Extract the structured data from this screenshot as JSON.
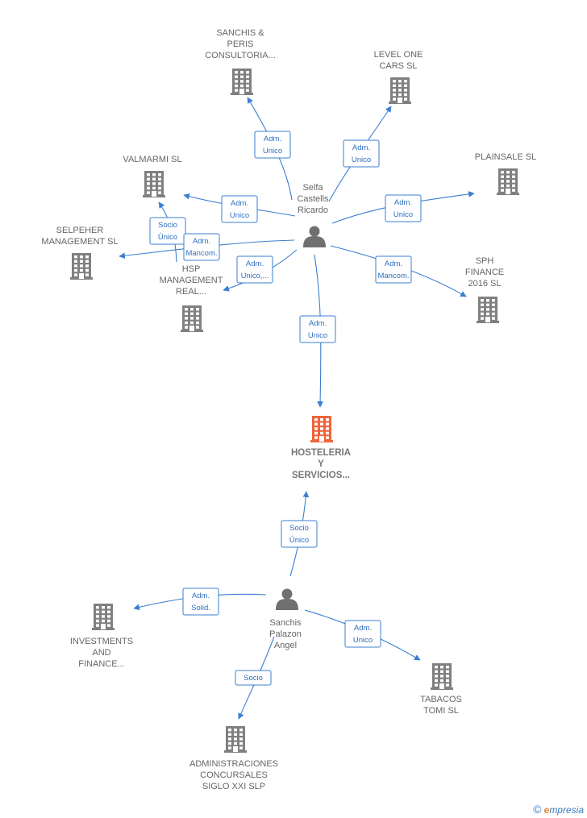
{
  "colors": {
    "accent": "#3b7fd0",
    "company": "#808080",
    "main_company": "#f0643c",
    "person": "#707070"
  },
  "nodes": [
    {
      "id": "hosteleria",
      "type": "company",
      "main": true,
      "label": [
        "HOSTELERIA",
        "Y",
        "SERVICIOS..."
      ]
    },
    {
      "id": "selfa",
      "type": "person",
      "label": [
        "Selfa",
        "Castells",
        "Ricardo"
      ]
    },
    {
      "id": "sanchis",
      "type": "person",
      "label": [
        "Sanchis",
        "Palazon",
        "Angel"
      ]
    },
    {
      "id": "sanchis_peris",
      "type": "company",
      "label": [
        "SANCHIS &",
        "PERIS",
        "CONSULTORIA..."
      ]
    },
    {
      "id": "level_one",
      "type": "company",
      "label": [
        "LEVEL ONE",
        "CARS  SL"
      ]
    },
    {
      "id": "plainsale",
      "type": "company",
      "label": [
        "PLAINSALE  SL"
      ]
    },
    {
      "id": "valmarmi",
      "type": "company",
      "label": [
        "VALMARMI SL"
      ]
    },
    {
      "id": "selpeher",
      "type": "company",
      "label": [
        "SELPEHER",
        "MANAGEMENT SL"
      ]
    },
    {
      "id": "hsp",
      "type": "company",
      "label": [
        "HSP",
        "MANAGEMENT",
        "REAL..."
      ]
    },
    {
      "id": "sph",
      "type": "company",
      "label": [
        "SPH",
        "FINANCE",
        "2016  SL"
      ]
    },
    {
      "id": "investments",
      "type": "company",
      "label": [
        "INVESTMENTS",
        "AND",
        "FINANCE..."
      ]
    },
    {
      "id": "tabacos",
      "type": "company",
      "label": [
        "TABACOS",
        "TOMI SL"
      ]
    },
    {
      "id": "administraciones",
      "type": "company",
      "label": [
        "ADMINISTRACIONES",
        "CONCURSALES",
        "SIGLO XXI  SLP"
      ]
    }
  ],
  "edges": [
    {
      "from": "selfa",
      "to": "sanchis_peris",
      "label": [
        "Adm.",
        "Unico"
      ]
    },
    {
      "from": "selfa",
      "to": "level_one",
      "label": [
        "Adm.",
        "Unico"
      ]
    },
    {
      "from": "selfa",
      "to": "plainsale",
      "label": [
        "Adm.",
        "Unico"
      ]
    },
    {
      "from": "selfa",
      "to": "valmarmi",
      "label": [
        "Adm.",
        "Unico"
      ]
    },
    {
      "from": "hsp",
      "to": "valmarmi",
      "label": [
        "Socio",
        "Único"
      ]
    },
    {
      "from": "selfa",
      "to": "selpeher",
      "label": [
        "Adm.",
        "Mancom."
      ]
    },
    {
      "from": "selfa",
      "to": "hsp",
      "label": [
        "Adm.",
        "Unico,..."
      ]
    },
    {
      "from": "selfa",
      "to": "sph",
      "label": [
        "Adm.",
        "Mancom."
      ]
    },
    {
      "from": "selfa",
      "to": "hosteleria",
      "label": [
        "Adm.",
        "Unico"
      ]
    },
    {
      "from": "sanchis",
      "to": "hosteleria",
      "label": [
        "Socio",
        "Único"
      ]
    },
    {
      "from": "sanchis",
      "to": "investments",
      "label": [
        "Adm.",
        "Solid."
      ]
    },
    {
      "from": "sanchis",
      "to": "tabacos",
      "label": [
        "Adm.",
        "Unico"
      ]
    },
    {
      "from": "sanchis",
      "to": "administraciones",
      "label": [
        "Socio"
      ]
    }
  ],
  "watermark": {
    "symbol": "©",
    "brand_initial": "e",
    "brand_rest": "mpresia"
  }
}
